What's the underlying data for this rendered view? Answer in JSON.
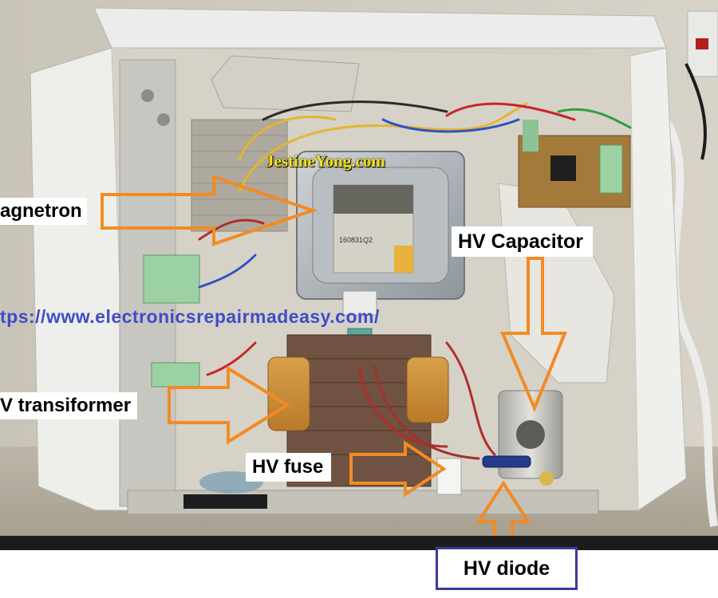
{
  "labels": {
    "magnetron": "agnetron",
    "hv_capacitor": "HV Capacitor",
    "hv_transformer": "V transiformer",
    "hv_fuse": "HV fuse",
    "hv_diode": "HV diode"
  },
  "watermarks": {
    "site_name": "JestineYong.com",
    "url": "tps://www.electronicsrepairmadeasy.com/"
  },
  "component_text": {
    "magnetron_code": "160831Q2"
  },
  "colors": {
    "arrow": "#f28b22",
    "watermark_name": "#f2e61a",
    "watermark_url": "#3f4cc8",
    "diode_box_border": "#3a3a9a",
    "bottom_bar": "#1b1b1b"
  }
}
